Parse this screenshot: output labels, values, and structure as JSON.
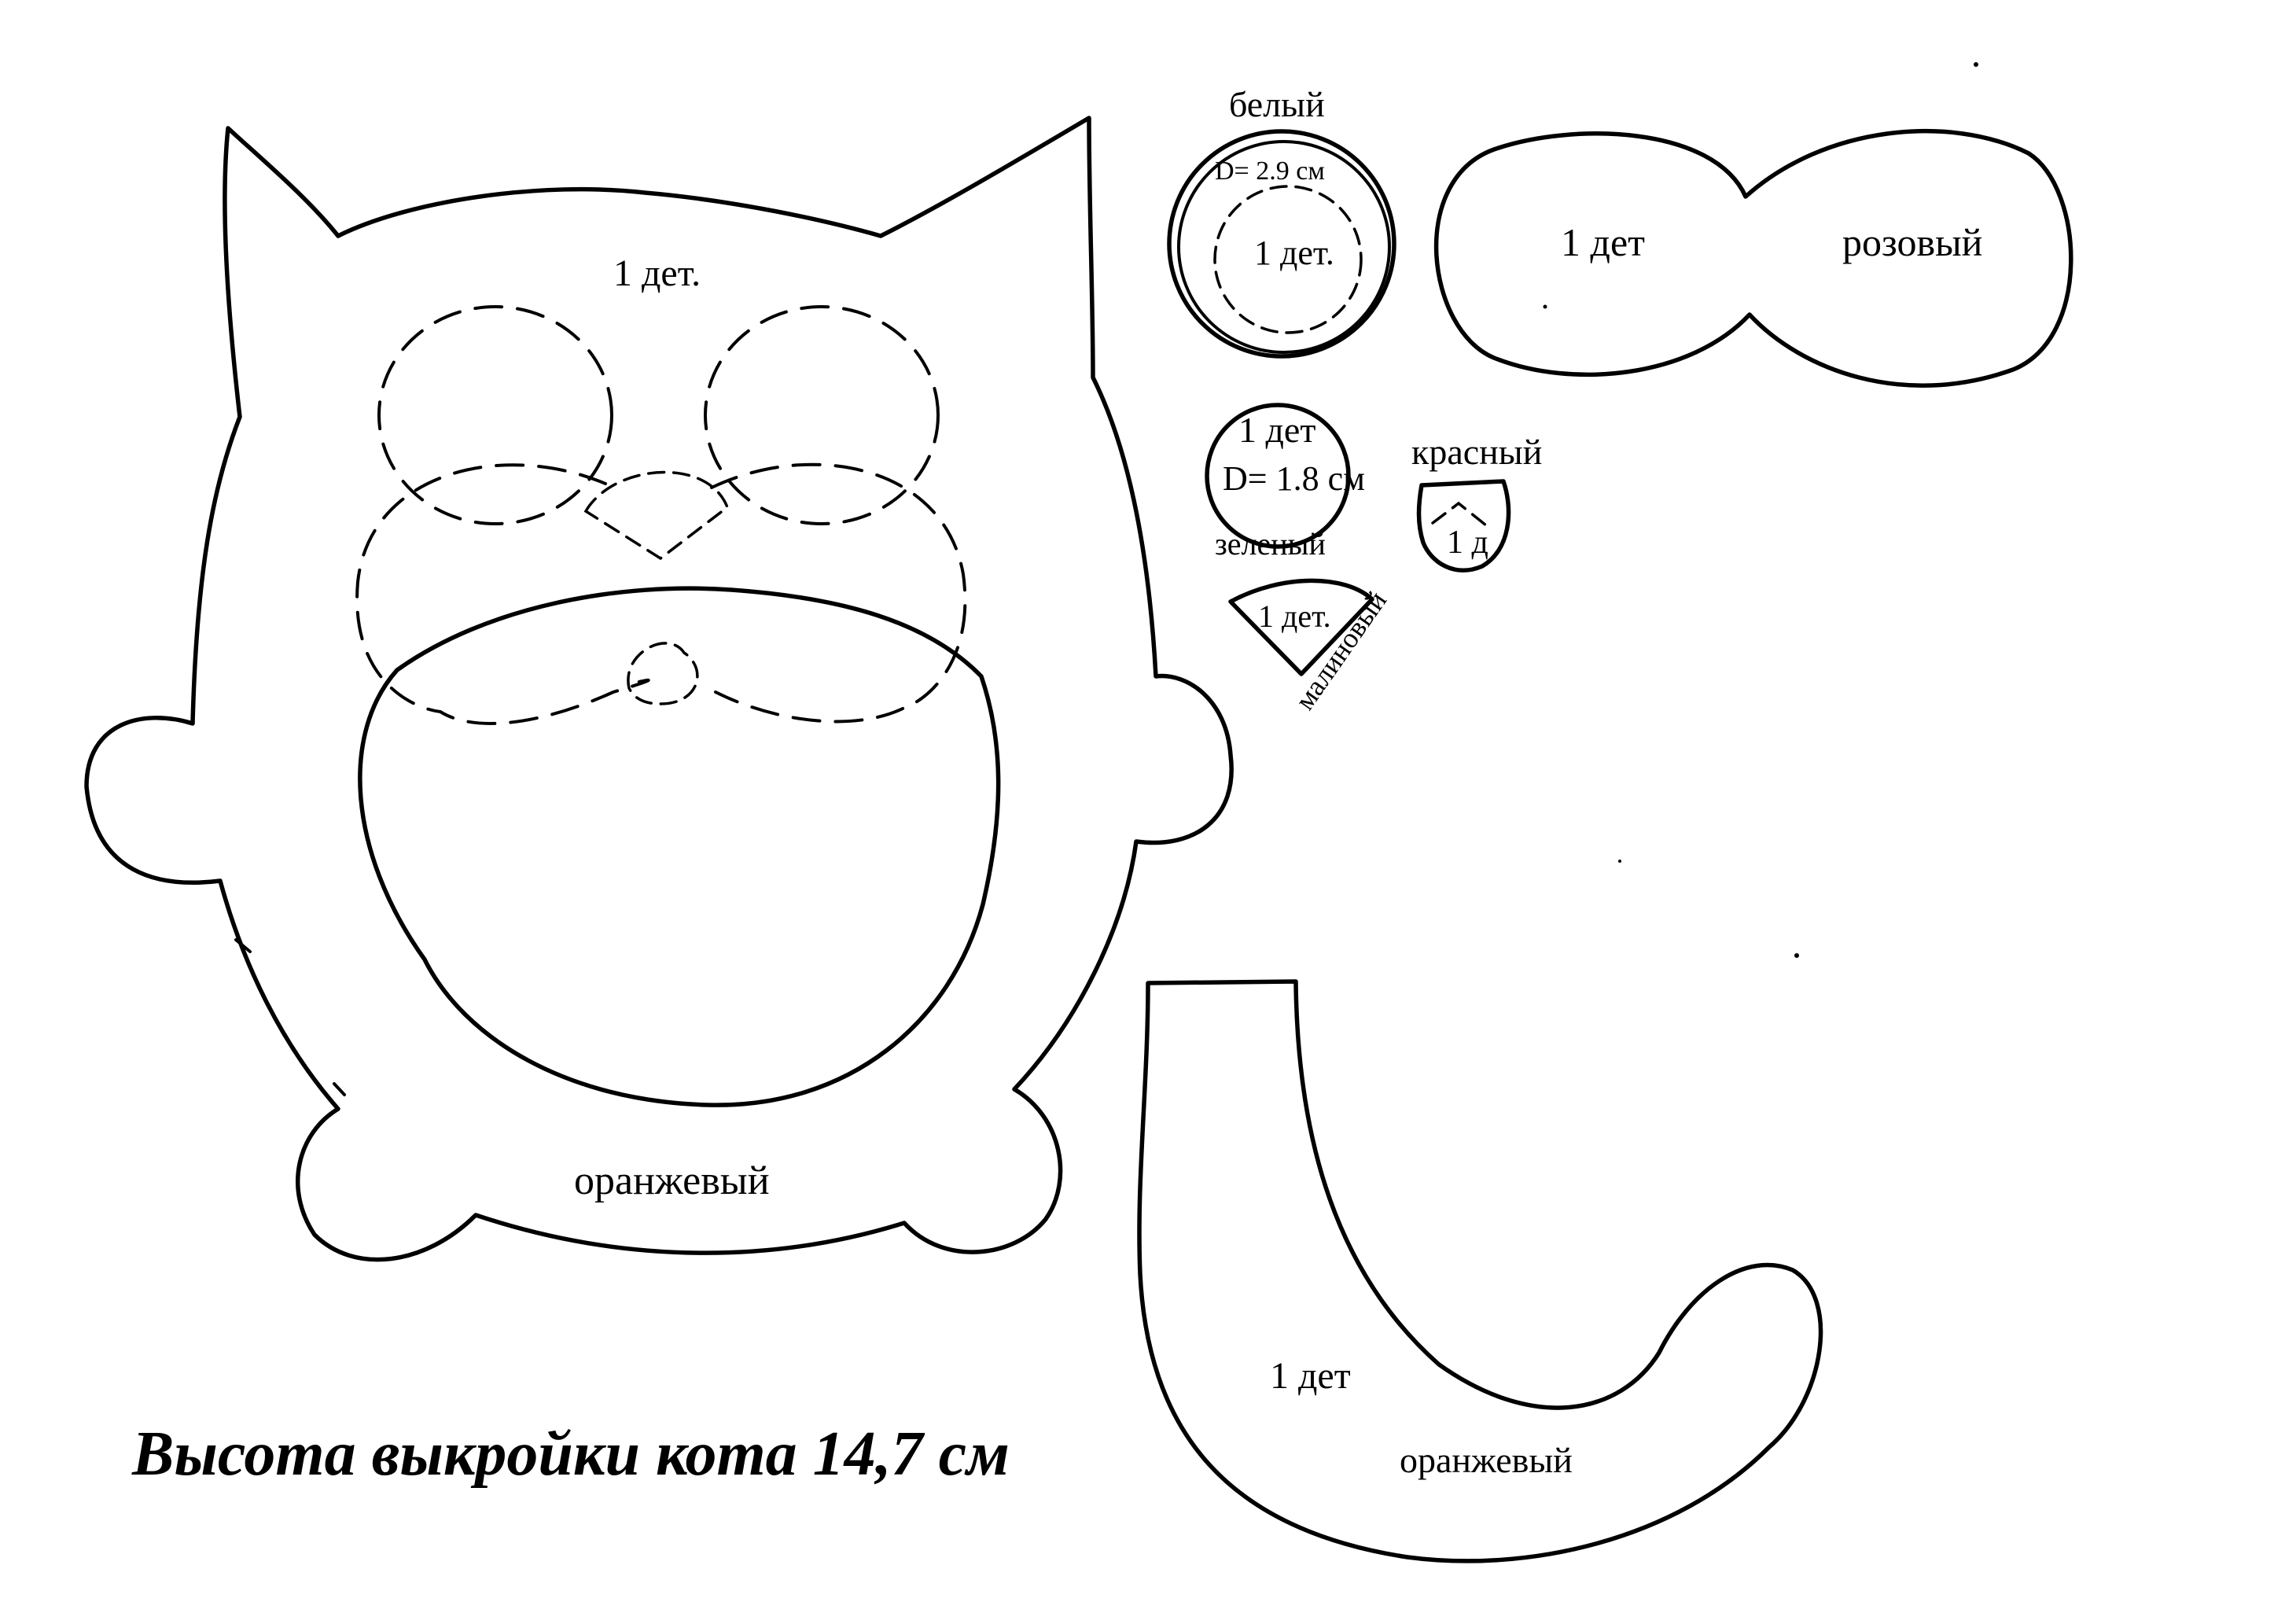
{
  "title": "Высота выкройки кота 14,7 см",
  "body": {
    "count": "1 дет.",
    "color": "оранжевый"
  },
  "eye_white": {
    "color": "белый",
    "diameter": "D= 2.9 см",
    "count": "1 дет."
  },
  "nose_pink": {
    "count": "1 дет",
    "color": "розовый"
  },
  "eye_green": {
    "count": "1 дет",
    "diameter": "D= 1.8 см",
    "color": "зеленый"
  },
  "tongue_red": {
    "color": "красный",
    "count": "1 д"
  },
  "mouth_crimson": {
    "count": "1 дет.",
    "color": "малиновый"
  },
  "tail": {
    "count": "1 дет",
    "color": "оранжевый"
  }
}
